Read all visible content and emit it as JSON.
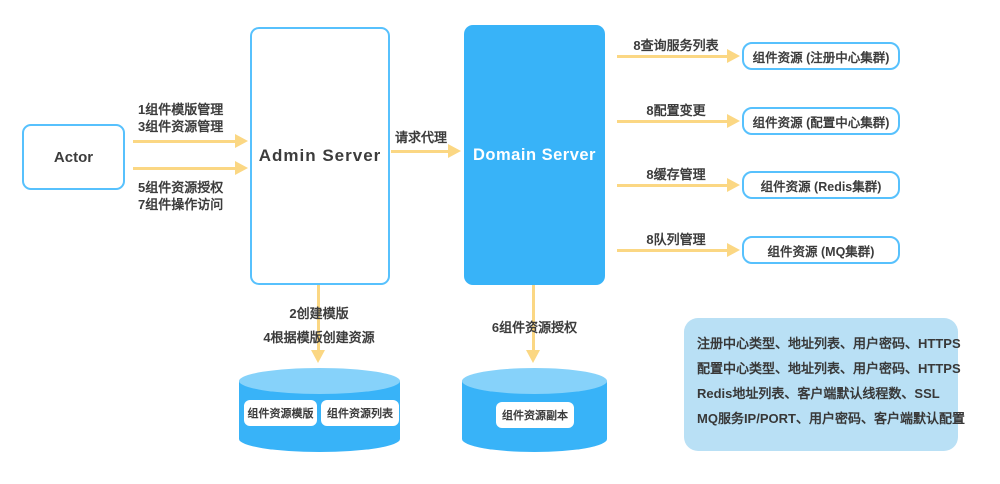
{
  "colors": {
    "accent_blue": "#38b3f8",
    "border_blue": "#57c1fd",
    "arrow_yellow": "#fbd783",
    "cylinder_top": "#86d2fa",
    "info_bg": "#b9e0f5",
    "text": "#3c3c3c"
  },
  "actor": {
    "label": "Actor"
  },
  "admin_server": {
    "label": "Admin Server"
  },
  "domain_server": {
    "label": "Domain Server"
  },
  "actor_to_admin": {
    "top_labels": {
      "line1": "1组件模版管理",
      "line2": "3组件资源管理"
    },
    "bottom_labels": {
      "line1": "5组件资源授权",
      "line2": "7组件操作访问"
    }
  },
  "admin_to_domain": {
    "label": "请求代理"
  },
  "right_flows": [
    {
      "label": "8查询服务列表",
      "target": "组件资源 (注册中心集群)"
    },
    {
      "label": "8配置变更",
      "target": "组件资源 (配置中心集群)"
    },
    {
      "label": "8缓存管理",
      "target": "组件资源 (Redis集群)"
    },
    {
      "label": "8队列管理",
      "target": "组件资源 (MQ集群)"
    }
  ],
  "admin_db_flow": {
    "line1": "2创建模版",
    "line2": "4根据模版创建资源"
  },
  "domain_db_flow": {
    "label": "6组件资源授权"
  },
  "admin_db": {
    "item1": "组件资源模版",
    "item2": "组件资源列表"
  },
  "domain_db": {
    "item1": "组件资源副本"
  },
  "info_box": {
    "line1": "注册中心类型、地址列表、用户密码、HTTPS",
    "line2": "配置中心类型、地址列表、用户密码、HTTPS",
    "line3": "Redis地址列表、客户端默认线程数、SSL",
    "line4": "MQ服务IP/PORT、用户密码、客户端默认配置"
  }
}
